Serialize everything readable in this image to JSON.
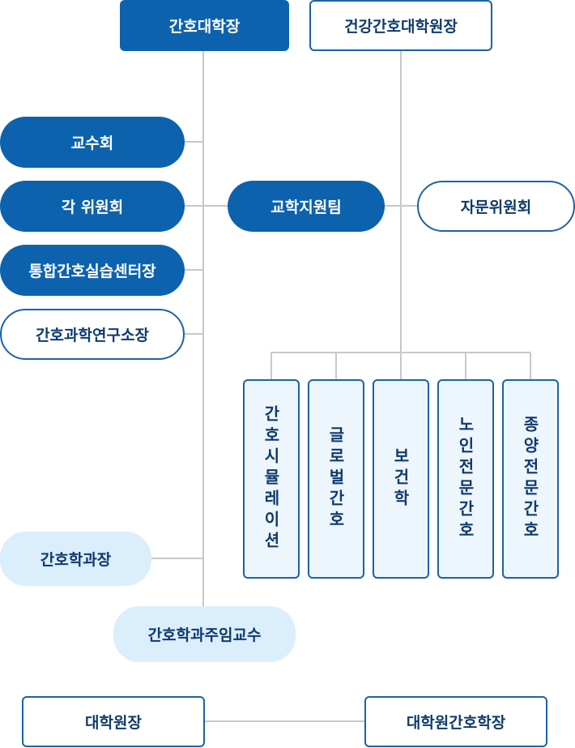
{
  "top": {
    "dean": "간호대학장",
    "grad_dean": "건강간호대학원장"
  },
  "left": {
    "faculty_council": "교수회",
    "committees": "각 위원회",
    "sim_center": "통합간호실습센터장",
    "research_institute": "간호과학연구소장"
  },
  "middle": {
    "support_team": "교학지원팀",
    "advisory": "자문위원회"
  },
  "majors": [
    "간호시뮬레이션",
    "글로벌간호",
    "보건학",
    "노인전문간호",
    "종양전문간호"
  ],
  "dept": {
    "head": "간호학과장",
    "chief_professor": "간호학과주임교수"
  },
  "bottom": {
    "grad_school_dean": "대학원장",
    "grad_nursing_dean": "대학원간호학장"
  },
  "colors": {
    "primary": "#0d62ad",
    "border": "#1a63a8",
    "pale": "#dbeefc",
    "line": "#c8c8c8",
    "text": "#0e3a6e"
  }
}
